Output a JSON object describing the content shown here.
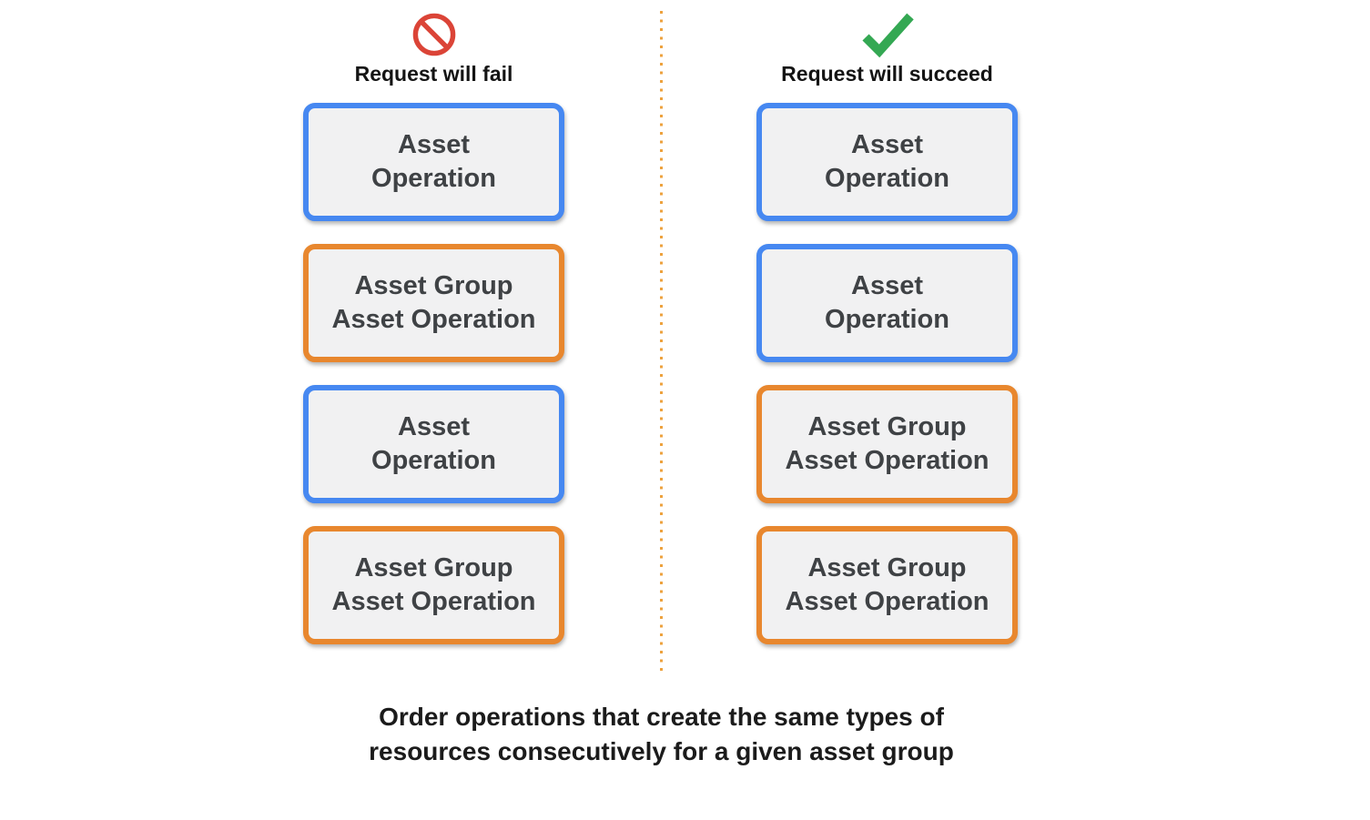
{
  "fail_column": {
    "icon": "prohibited-icon",
    "title": "Request will fail",
    "boxes": [
      {
        "type": "blue",
        "line1": "Asset",
        "line2": "Operation"
      },
      {
        "type": "orange",
        "line1": "Asset Group",
        "line2": "Asset Operation"
      },
      {
        "type": "blue",
        "line1": "Asset",
        "line2": "Operation"
      },
      {
        "type": "orange",
        "line1": "Asset Group",
        "line2": "Asset Operation"
      }
    ]
  },
  "success_column": {
    "icon": "check-icon",
    "title": "Request will succeed",
    "boxes": [
      {
        "type": "blue",
        "line1": "Asset",
        "line2": "Operation"
      },
      {
        "type": "blue",
        "line1": "Asset",
        "line2": "Operation"
      },
      {
        "type": "orange",
        "line1": "Asset Group",
        "line2": "Asset Operation"
      },
      {
        "type": "orange",
        "line1": "Asset Group",
        "line2": "Asset Operation"
      }
    ]
  },
  "caption": {
    "line1": "Order operations that create the same types of",
    "line2": "resources consecutively for a given asset group"
  },
  "colors": {
    "blue_border": "#4688F1",
    "orange_border": "#E8872E",
    "box_background": "#F1F1F2",
    "box_text": "#3F4245",
    "fail_icon_red": "#DB4437",
    "success_icon_green": "#34A853",
    "divider_dots_orange": "#EDA23E",
    "heading_text": "#141414"
  }
}
